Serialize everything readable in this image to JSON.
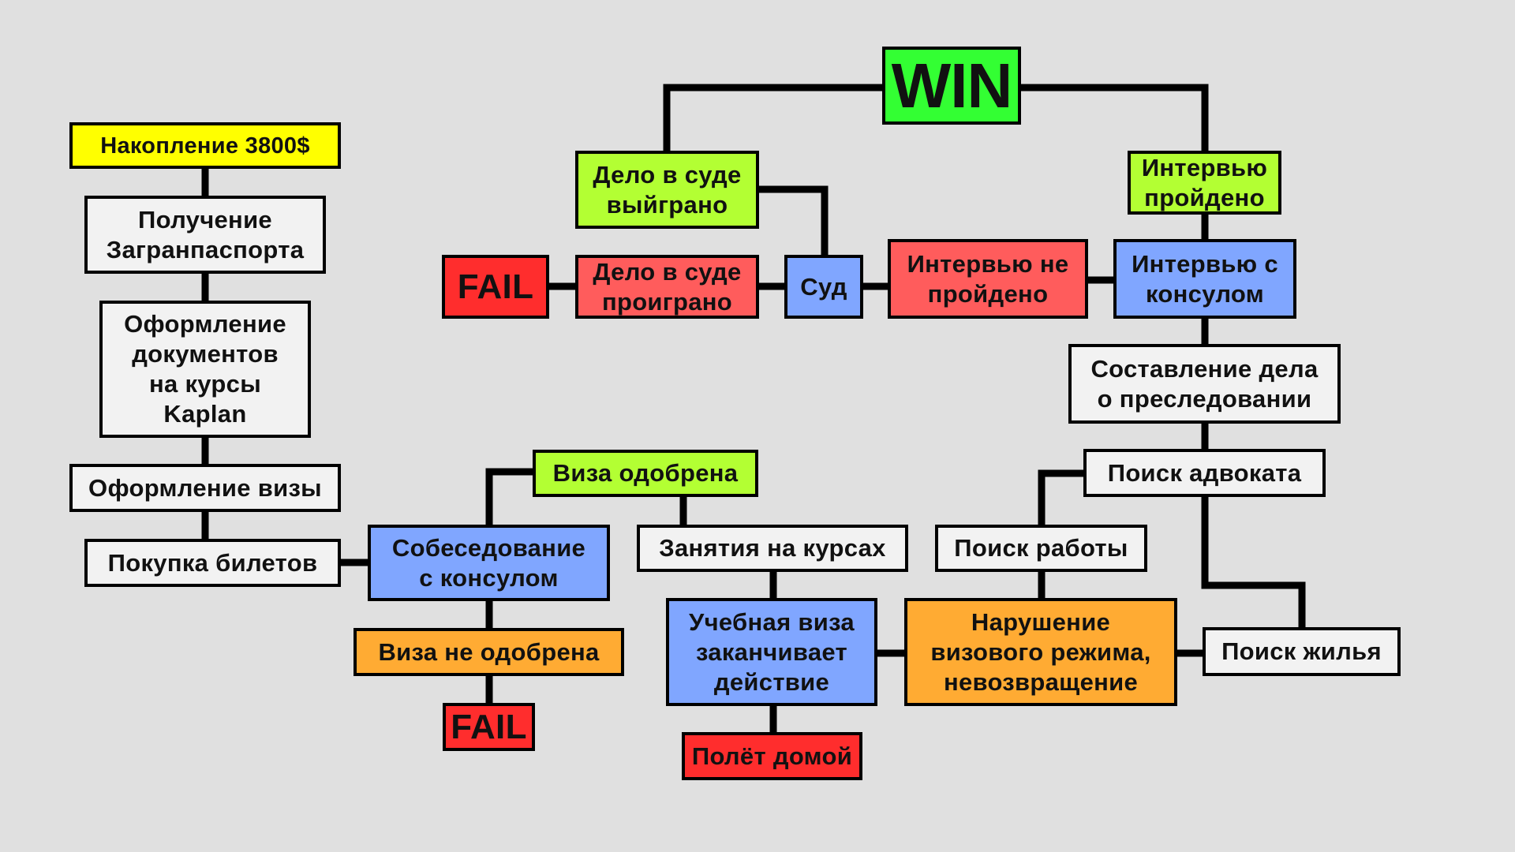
{
  "colors": {
    "background": "#e0e0e0",
    "neutral": "#f2f2f2",
    "start": "#ffff00",
    "success": "#b3ff33",
    "win": "#33ff33",
    "consul": "#80a6ff",
    "fail_red": "#ff2d2d",
    "negative": "#ff5c5c",
    "warning": "#ffab33",
    "line": "#000000"
  },
  "nodes": {
    "savings": "Накопление 3800$",
    "passport": "Получение\nЗагранпаспорта",
    "kaplan_docs": "Оформление\nдокументов\nна курсы\nKaplan",
    "visa_docs": "Оформление визы",
    "tickets": "Покупка билетов",
    "consul_interview": "Собеседование\nс консулом",
    "visa_approved": "Виза одобрена",
    "visa_denied": "Виза не одобрена",
    "fail_small": "FAIL",
    "courses": "Занятия на курсах",
    "student_visa_expires": "Учебная виза\nзаканчивает\nдействие",
    "flight_home": "Полёт домой",
    "visa_violation": "Нарушение\nвизового режима,\nневозвращение",
    "job_search": "Поиск работы",
    "housing_search": "Поиск жилья",
    "lawyer_search": "Поиск адвоката",
    "persecution_case": "Составление дела\nо преследовании",
    "consul_interview_2": "Интервью с\nконсулом",
    "interview_passed": "Интервью\nпройдено",
    "interview_failed": "Интервью не\nпройдено",
    "court": "Суд",
    "court_won": "Дело в суде\nвыйграно",
    "court_lost": "Дело в суде\nпроиграно",
    "fail_big": "FAIL",
    "win": "WIN"
  }
}
